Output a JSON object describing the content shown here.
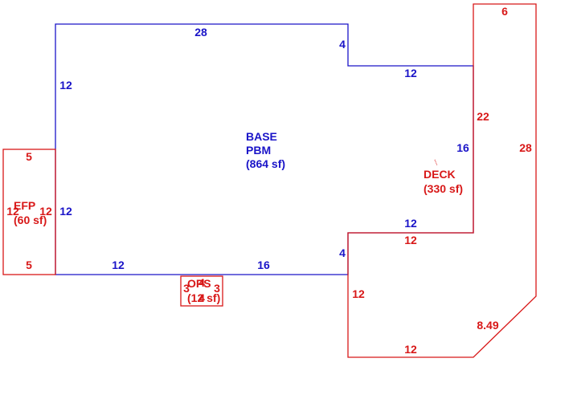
{
  "colors": {
    "base": "#1a14c8",
    "addition": "#d81818"
  },
  "areas": {
    "base": {
      "line1": "BASE",
      "line2": "PBM",
      "line3": "(864 sf)"
    },
    "deck": {
      "line1": "DECK",
      "line2": "(330 sf)"
    },
    "efp": {
      "line1": "EFP",
      "line2": "(60 sf)"
    },
    "ops": {
      "line1": "OPS",
      "line2": "(12 sf)"
    }
  },
  "dimensions": {
    "base": {
      "top": "28",
      "top_right_step": "4",
      "left_upper": "12",
      "right_upper": "12",
      "right_side": "16",
      "right_lower": "12",
      "bottom_right_step": "4",
      "left_lower": "12",
      "bottom_left": "12",
      "bottom_right": "16"
    },
    "deck": {
      "top": "6",
      "inner_right": "22",
      "outer_right": "28",
      "inner_top": "12",
      "left": "12",
      "bottom": "12",
      "diagonal": "8.49"
    },
    "efp": {
      "top": "5",
      "bottom": "5",
      "left": "12",
      "right": "12"
    },
    "ops": {
      "left": "3",
      "top": "4",
      "right": "3",
      "bottom": "4"
    }
  }
}
